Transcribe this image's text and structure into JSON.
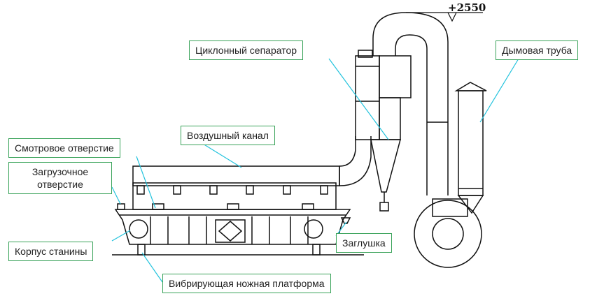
{
  "elevation": "+2550",
  "labels": {
    "cyclone": "Циклонный сепаратор",
    "chimney": "Дымовая труба",
    "air_duct": "Воздушный канал",
    "sight_hole": "Смотровое отверстие",
    "loading_line1": "Загрузочное",
    "loading_line2": "отверстие",
    "frame_body": "Корпус станины",
    "plug": "Заглушка",
    "vibrating_platform": "Вибрирующая ножная платформа"
  },
  "colors": {
    "line": "#111111",
    "leader": "#22c3dd",
    "label_border": "#3aa35a"
  }
}
